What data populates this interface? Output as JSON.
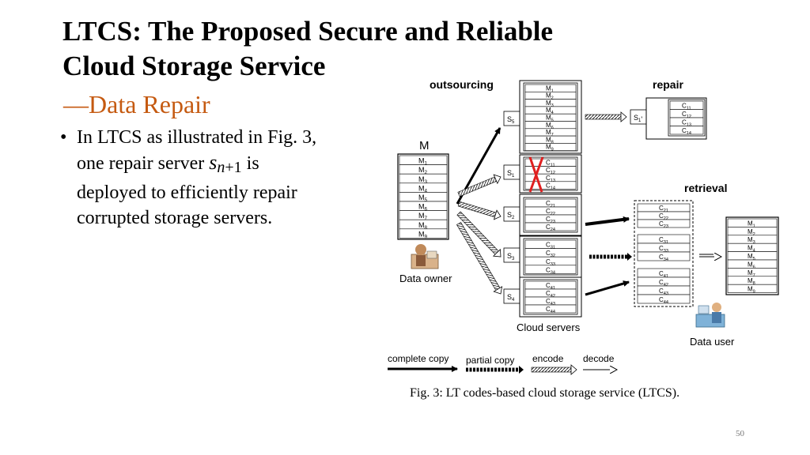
{
  "slide": {
    "title_line1": "LTCS: The Proposed Secure and Reliable",
    "title_line2": "Cloud Storage Service",
    "subtitle": "—Data Repair",
    "bullet": {
      "marker": "•",
      "line1": "In LTCS as illustrated in Fig. 3,",
      "line2_pre": "one repair server ",
      "math_base": "s",
      "math_sub_n": "n",
      "math_sub_rest": "+1",
      "line2_post": " is",
      "line3": "deployed to efficiently repair",
      "line4": "corrupted storage servers."
    },
    "page_number": "50"
  },
  "figure": {
    "labels": {
      "outsourcing": "outsourcing",
      "repair": "repair",
      "retrieval": "retrieval",
      "data_owner": "Data owner",
      "cloud_servers": "Cloud servers",
      "data_user": "Data user",
      "M": "M"
    },
    "legend": {
      "complete_copy": "complete copy",
      "partial_copy": "partial copy",
      "encode": "encode",
      "decode": "decode"
    },
    "caption": "Fig. 3: LT codes-based cloud storage service (LTCS).",
    "colors": {
      "x_mark": "#e02020"
    }
  }
}
